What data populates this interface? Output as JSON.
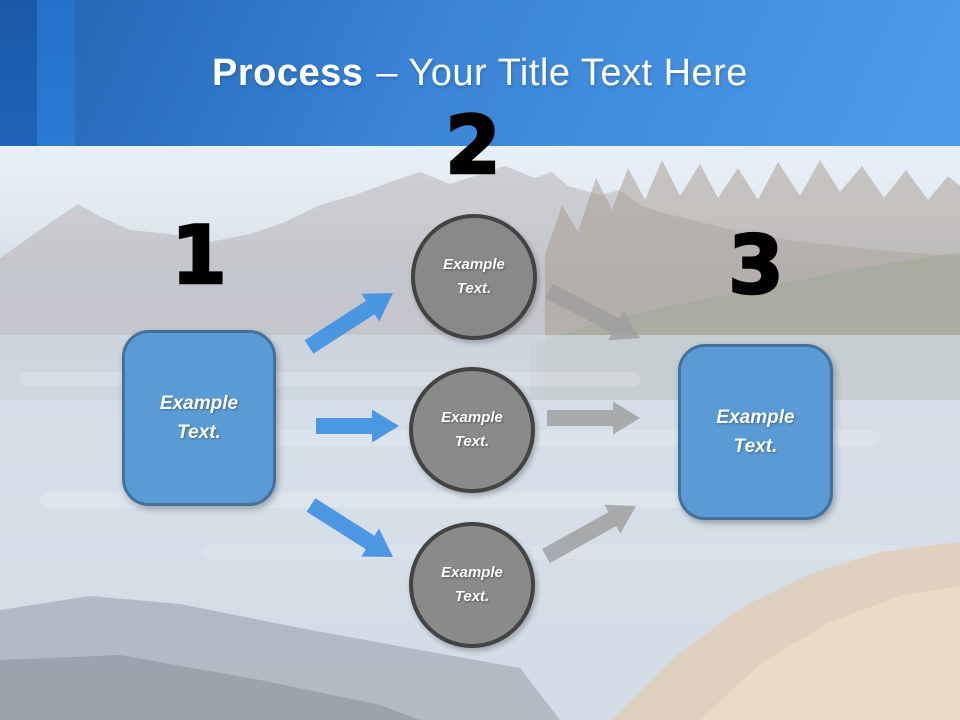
{
  "title": {
    "emphasis": "Process",
    "rest": "– Your Title Text Here"
  },
  "steps": [
    {
      "number": "1"
    },
    {
      "number": "2"
    },
    {
      "number": "3"
    }
  ],
  "left_box": {
    "label": "Example Text."
  },
  "right_box": {
    "label": "Example Text."
  },
  "circles": [
    {
      "label": "Example Text."
    },
    {
      "label": "Example Text."
    },
    {
      "label": "Example Text."
    }
  ],
  "colors": {
    "header_gradient_start": "#2163b2",
    "header_gradient_end": "#4e9ce9",
    "stripe_dark": "#1b59a8",
    "stripe_mid": "#2471cb",
    "title_text": "#ffffff",
    "number_text": "#000000",
    "box_fill": "#5b9bd5",
    "box_border": "#41719c",
    "circle_fill": "#878787",
    "circle_border": "#3d3d3d",
    "arrow_blue": "#4795e2",
    "arrow_gray": "#9d9d9d",
    "shape_text": "#ffffff"
  }
}
